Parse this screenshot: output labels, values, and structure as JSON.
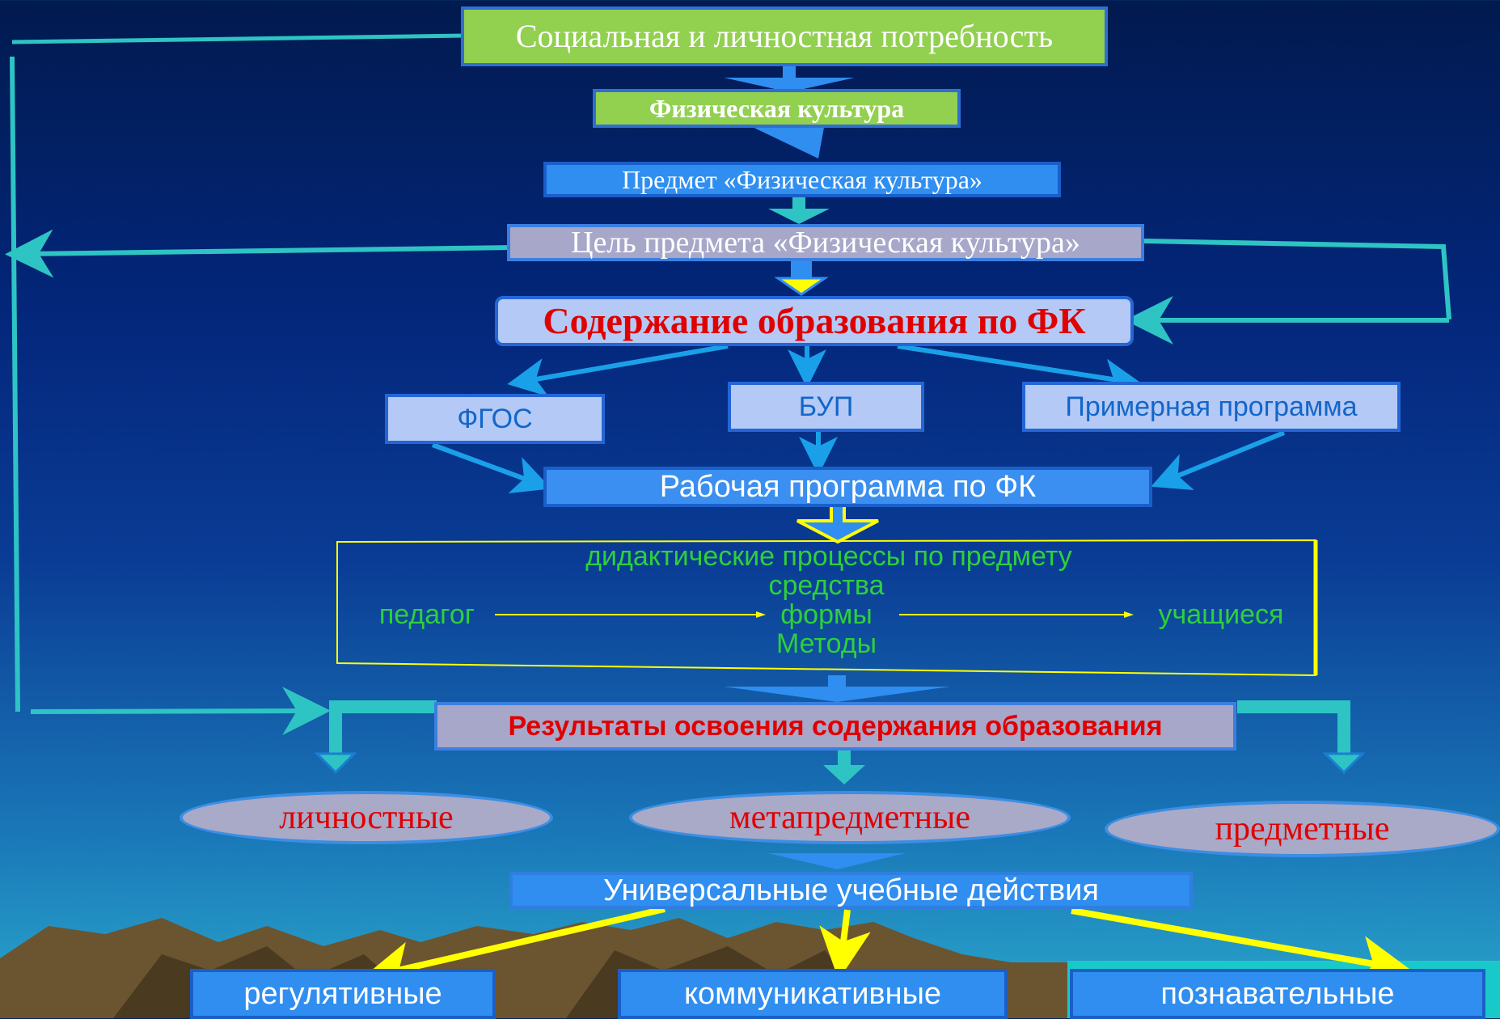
{
  "nodes": {
    "need": "Социальная и личностная потребность",
    "pe": "Физическая  культура",
    "subject": "Предмет «Физическая культура»",
    "goal": "Цель предмета «Физическая культура»",
    "content": "Содержание образования по ФК",
    "fgos": "ФГОС",
    "bup": "БУП",
    "sample_program": "Примерная программа",
    "work_program": "Рабочая программа по ФК",
    "results": "Результаты освоения содержания образования",
    "uud": "Универсальные учебные действия"
  },
  "process": {
    "title": "дидактические процессы по предмету",
    "means": [
      "средства",
      "формы",
      "Методы"
    ],
    "teacher": "педагог",
    "students": "учащиеся"
  },
  "results_types": [
    "личностные",
    "метапредметные",
    "предметные"
  ],
  "uud_types": [
    "регулятивные",
    "коммуникативные",
    "познавательные"
  ],
  "colors": {
    "teal_arrow": "#2ec4c4",
    "blue_arrow": "#1aa0e8",
    "yellow_arrow": "#ffff00",
    "red_text": "#e00000",
    "green_text": "#2ed03a"
  }
}
